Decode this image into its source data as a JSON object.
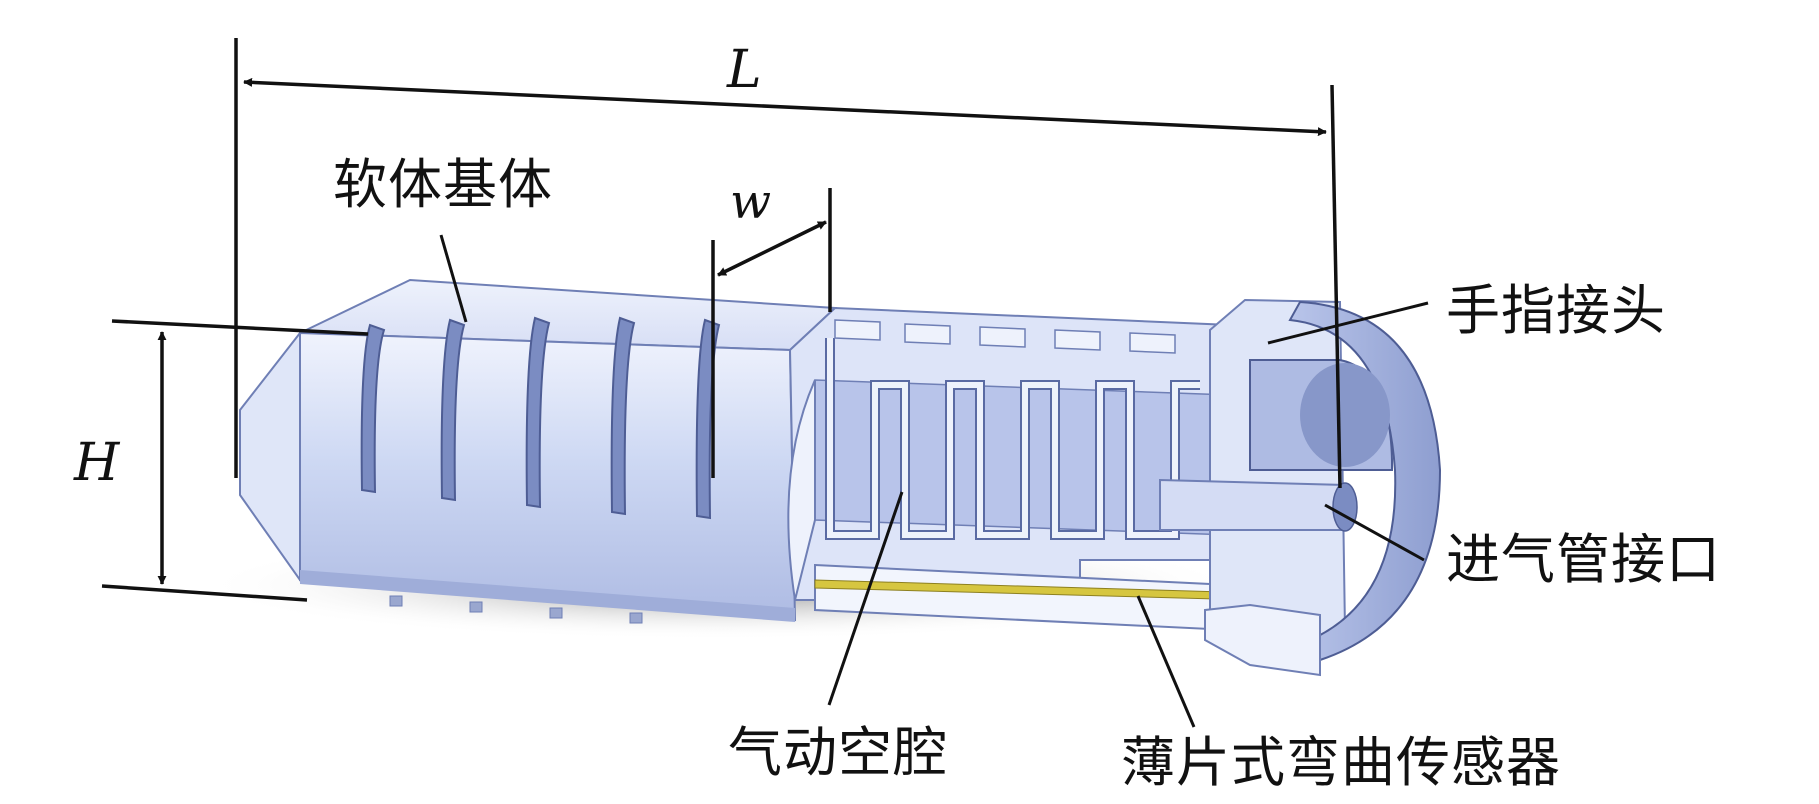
{
  "dimensions": {
    "length": "L",
    "height": "H",
    "width": "w"
  },
  "labels": {
    "soft_body": "软体基体",
    "finger_joint": "手指接头",
    "air_inlet": "进气管接口",
    "pneumatic_cavity": "气动空腔",
    "bending_sensor": "薄片式弯曲传感器"
  },
  "colors": {
    "body_fill": "#cdd8f3",
    "body_light": "#e6ecfb",
    "body_dark": "#8e9ed0",
    "slot_fill": "#7b8cc2",
    "sensor_strip": "#d6c640",
    "line": "#111111"
  }
}
